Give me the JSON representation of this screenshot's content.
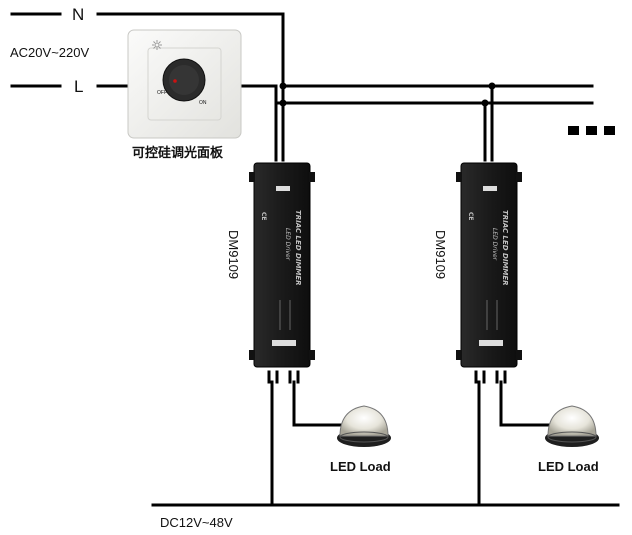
{
  "labels": {
    "neutral": "N",
    "live": "L",
    "ac_voltage": "AC20V~220V",
    "panel_name": "可控硅调光面板",
    "knob_off": "OFF",
    "knob_on": "ON",
    "dimmer_left": "DM9109",
    "dimmer_right": "DM9109",
    "load_left": "LED Load",
    "load_right": "LED Load",
    "dc_voltage": "DC12V~48V"
  },
  "device_text": {
    "title": "TRIAC LED DIMMER",
    "subtitle": "LED Driver",
    "ce": "CE"
  },
  "colors": {
    "wire": "#000000",
    "device": "#1b1b1b",
    "panel": "#f1f1ef",
    "dial": "#2a2a2a",
    "led_dot": "#cc1111"
  }
}
